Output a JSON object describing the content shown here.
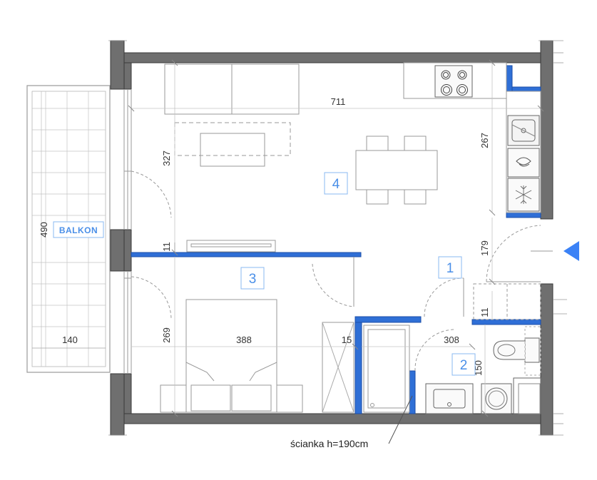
{
  "colors": {
    "wall": "#6f6f6f",
    "wall_outline": "#3a3a3a",
    "partition": "#2f6fd6",
    "label_blue": "#4a8fe8",
    "label_border": "#8ab8f0",
    "line": "#9a9a9a",
    "dim_line": "#bdbdbd",
    "entry_arrow": "#3b82f6"
  },
  "balcony": {
    "label": "BALKON"
  },
  "rooms": [
    {
      "id": "1",
      "label": "1"
    },
    {
      "id": "2",
      "label": "2"
    },
    {
      "id": "3",
      "label": "3"
    },
    {
      "id": "4",
      "label": "4"
    }
  ],
  "dimensions": {
    "living_width": "711",
    "living_depth": "327",
    "kitchen_depth": "267",
    "balcony_length": "490",
    "balcony_width": "140",
    "partition_top": "11",
    "bedroom_depth": "269",
    "bedroom_width": "388",
    "hall_depth": "179",
    "bath_partition": "11",
    "wall_gap": "15",
    "bath_width": "308",
    "bath_depth": "150"
  },
  "note": "ścianka h=190cm",
  "icons": [
    "stove-icon",
    "sink-icon",
    "dishwasher-icon",
    "fridge-icon",
    "toilet-icon",
    "washing-machine-icon",
    "washbasin-icon",
    "entry-arrow-icon"
  ]
}
